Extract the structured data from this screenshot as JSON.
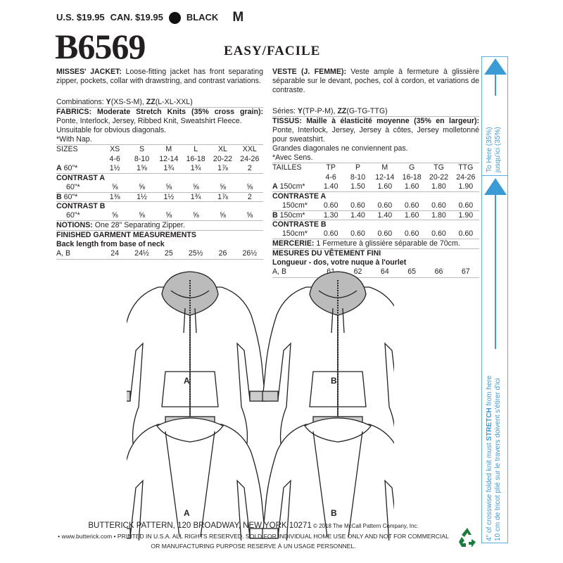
{
  "header": {
    "us_price": "U.S. $19.95",
    "can_price": "CAN. $19.95",
    "color": "BLACK",
    "size_code": "M",
    "pattern_number": "B6569",
    "difficulty": "EASY/FACILE"
  },
  "en": {
    "desc_title": "MISSES' JACKET:",
    "desc": " Loose-fitting jacket has front separating zipper, pockets, collar with drawstring, and contrast variations.",
    "comb_label": "Combinations: ",
    "comb_y": "Y",
    "comb_y_sizes": "(XS-S-M), ",
    "comb_zz": "ZZ",
    "comb_zz_sizes": "(L-XL-XXL)",
    "fabrics_title": "FABRICS: Moderate Stretch Knits (35% cross grain):",
    "fabrics": " Ponte, Interlock, Jersey, Ribbed Knit, Sweatshirt Fleece.",
    "unsuitable": "Unsuitable for obvious diagonals.",
    "nap": "*With Nap.",
    "sizes_label": "SIZES",
    "sizes": [
      "XS",
      "S",
      "M",
      "L",
      "XL",
      "XXL"
    ],
    "numbers": [
      "4-6",
      "8-10",
      "12-14",
      "16-18",
      "20-22",
      "24-26"
    ],
    "rows": [
      {
        "label": "A",
        "width": "60\"*",
        "values": [
          "1½",
          "1⅝",
          "1¾",
          "1¾",
          "1⅞",
          "2"
        ]
      },
      {
        "heading": "CONTRAST A",
        "width": "60\"*",
        "values": [
          "⅝",
          "⅝",
          "⅝",
          "⅝",
          "⅝",
          "⅝"
        ]
      },
      {
        "label": "B",
        "width": "60\"*",
        "values": [
          "1⅜",
          "1½",
          "1½",
          "1¾",
          "1⅞",
          "2"
        ]
      },
      {
        "heading": "CONTRAST B",
        "width": "60\"*",
        "values": [
          "⅝",
          "⅝",
          "⅝",
          "⅝",
          "⅝",
          "⅝"
        ]
      }
    ],
    "notions_title": "NOTIONS:",
    "notions": " One 28\" Separating Zipper.",
    "finished": "FINISHED GARMENT MEASUREMENTS",
    "back_length": "Back length from base of neck",
    "ab_label": "A, B",
    "ab_values": [
      "24",
      "24½",
      "25",
      "25½",
      "26",
      "26½"
    ]
  },
  "fr": {
    "desc_title": "VESTE (J. FEMME):",
    "desc": " Veste ample à fermeture à glissière séparable sur le devant, poches, col à cordon, et variations de contraste.",
    "comb_label": "Séries: ",
    "comb_y": "Y",
    "comb_y_sizes": "(TP-P-M), ",
    "comb_zz": "ZZ",
    "comb_zz_sizes": "(G-TG-TTG)",
    "fabrics_title": "TISSUS: Maille à élasticité moyenne (35% en largeur):",
    "fabrics": " Ponte, Interlock, Jersey, Jersey à côtes, Jersey molletonné pour sweatshirt.",
    "unsuitable": "Grandes diagonales ne conviennent pas.",
    "nap": "*Avec Sens.",
    "sizes_label": "TAILLES",
    "sizes": [
      "TP",
      "P",
      "M",
      "G",
      "TG",
      "TTG"
    ],
    "numbers": [
      "4-6",
      "8-10",
      "12-14",
      "16-18",
      "20-22",
      "24-26"
    ],
    "rows": [
      {
        "label": "A",
        "width": "150cm*",
        "values": [
          "1.40",
          "1.50",
          "1.60",
          "1.60",
          "1.80",
          "1.90"
        ]
      },
      {
        "heading": "CONTRASTE A",
        "width": "150cm*",
        "values": [
          "0.60",
          "0.60",
          "0.60",
          "0.60",
          "0.60",
          "0.60"
        ]
      },
      {
        "label": "B",
        "width": "150cm*",
        "values": [
          "1.30",
          "1.40",
          "1.40",
          "1.60",
          "1.80",
          "1.90"
        ]
      },
      {
        "heading": "CONTRASTE B",
        "width": "150cm*",
        "values": [
          "0.60",
          "0.60",
          "0.60",
          "0.60",
          "0.60",
          "0.60"
        ]
      }
    ],
    "notions_title": "MERCERIE:",
    "notions": " 1 Fermeture à glissière séparable de 70cm.",
    "finished": "MESURES DU VÊTEMENT FINI",
    "back_length": "Longueur - dos, votre nuque à l'ourlet",
    "ab_label": "A, B",
    "ab_values": [
      "61",
      "62",
      "64",
      "65",
      "66",
      "67"
    ]
  },
  "views": {
    "front_a": "A",
    "front_b": "B",
    "back_a": "A",
    "back_b": "B"
  },
  "stretch_gauge": {
    "to_here": "To Here (35%)",
    "jusqu": "jusqu'ici (35%)",
    "en_pre": "4\" of crosswise folded knit must ",
    "en_strong": "STRETCH",
    "en_post": " from here",
    "fr": "10 cm de tricot plié sur le travers doivent s'étirer d'ici",
    "color": "#3a9bd5"
  },
  "footer": {
    "address": "BUTTERICK PATTERN, 120 BROADWAY, NEW YORK 10271",
    "copyright": " © 2018 The McCall Pattern Company, Inc.",
    "line2": "• www.butterick.com • PRINTED IN U.S.A. ALL RIGHTS RESERVED. SOLD FOR INDIVIDUAL HOME USE ONLY AND NOT FOR COMMERCIAL",
    "line3": "OR MANUFACTURING PURPOSE RESERVE À UN USAGE PERSONNEL."
  }
}
